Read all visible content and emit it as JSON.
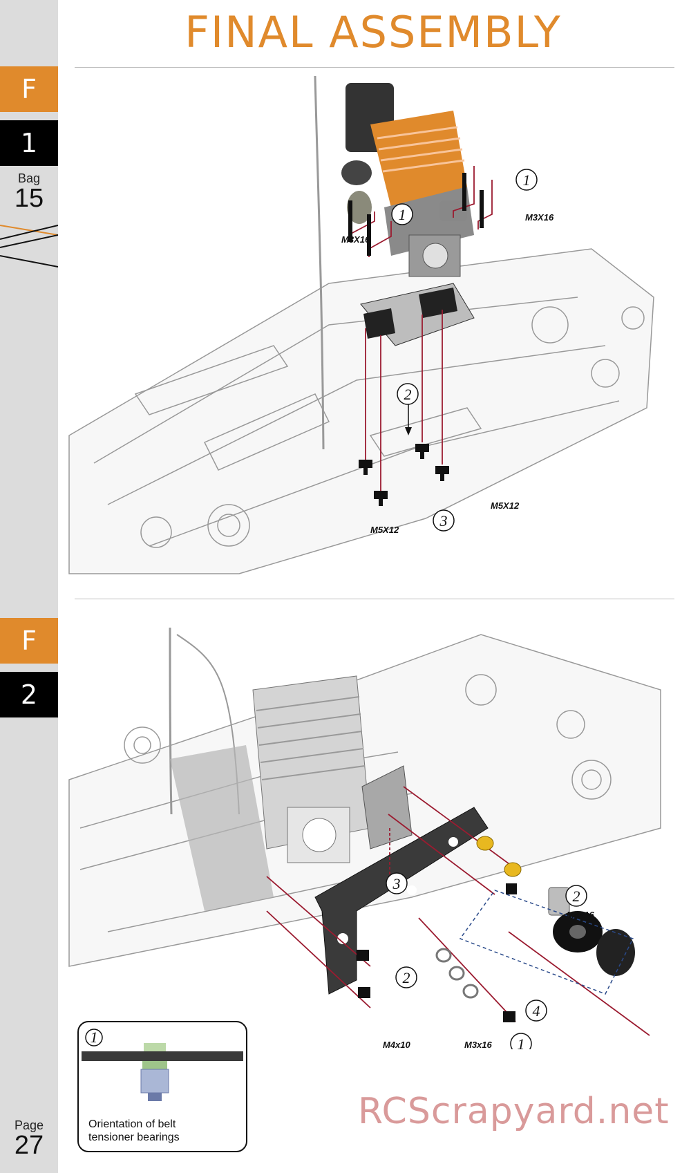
{
  "title": "FINAL  ASSEMBLY",
  "sidebar": {
    "step1": {
      "letter": "F",
      "number": "1"
    },
    "bag_label": "Bag",
    "bag_number": "15",
    "step2": {
      "letter": "F",
      "number": "2"
    },
    "page_label": "Page",
    "page_number": "27"
  },
  "step1_callouts": {
    "m3x16_right": "M3X16",
    "m3x16_left": "M3X16",
    "m5x12_left": "M5X12",
    "m5x12_right": "M5X12",
    "c1a": "1",
    "c1b": "1",
    "c2": "2",
    "c3": "3"
  },
  "step2_callouts": {
    "m4x16": "M4x16",
    "m4x10": "M4x10",
    "m3x16": "M3x16",
    "c2a": "2",
    "c2b": "2",
    "c3": "3",
    "c4": "4",
    "c1": "1"
  },
  "inset": {
    "number": "1",
    "caption_line1": "Orientation of belt",
    "caption_line2": "tensioner bearings"
  },
  "watermark": "RCScrapyard.net",
  "colors": {
    "accent": "#e08a2c",
    "sidebar": "#dcdcdc",
    "leader": "#9b1b30",
    "watermark": "#d99a9a"
  }
}
